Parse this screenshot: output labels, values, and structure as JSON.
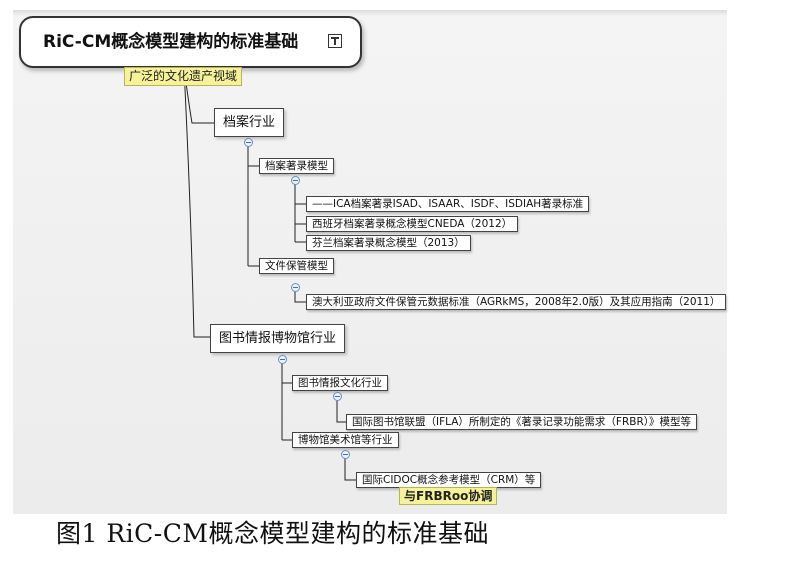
{
  "diagram": {
    "root": {
      "label": "RiC-CM概念模型建构的标准基础"
    },
    "callouts": {
      "top": "广泛的文化遗产视域",
      "bottom": "与FRBRoo协调"
    },
    "archives": {
      "label": "档案行业",
      "description": {
        "label": "档案著录模型",
        "items": [
          "——ICA档案著录ISAD、ISAAR、ISDF、ISDIAH著录标准",
          "西班牙档案著录概念模型CNEDA（2012）",
          "芬兰档案著录概念模型（2013）"
        ]
      },
      "recordkeeping": {
        "label": "文件保管模型",
        "items": [
          "澳大利亚政府文件保管元数据标准（AGRkMS，2008年2.0版）及其应用指南（2011）"
        ]
      }
    },
    "lam": {
      "label": "图书情报博物馆行业",
      "library": {
        "label": "图书情报文化行业",
        "items": [
          "国际图书馆联盟（IFLA）所制定的《著录记录功能需求（FRBR）》模型等"
        ]
      },
      "museum": {
        "label": "博物馆美术馆等行业",
        "items": [
          "国际CIDOC概念参考模型（CRM）等"
        ]
      }
    }
  },
  "figure": {
    "caption": "图1 RiC-CM概念模型建构的标准基础"
  }
}
